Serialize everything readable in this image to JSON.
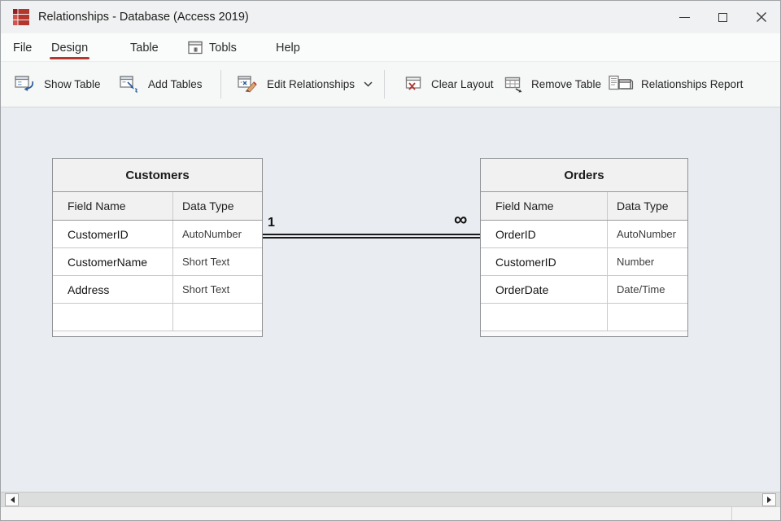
{
  "window": {
    "title": "Relationships - Database (Access 2019)"
  },
  "menu": {
    "items": [
      {
        "label": "File"
      },
      {
        "label": "Design",
        "active": true
      },
      {
        "label": "Table"
      },
      {
        "label": "Tobls",
        "icon": "tools-menu-icon"
      },
      {
        "label": "Help"
      }
    ]
  },
  "toolbar": {
    "buttons": [
      {
        "label": "Show Table",
        "icon": "show-table-icon"
      },
      {
        "label": "Add Tables",
        "icon": "add-tables-icon"
      },
      {
        "label": "Edit Relationships",
        "icon": "edit-relationships-icon",
        "has_dropdown": true
      },
      {
        "label": "Clear Layout",
        "icon": "clear-layout-icon"
      },
      {
        "label": "Remove Table",
        "icon": "remove-table-icon"
      },
      {
        "label": "Relationships Report",
        "icon": "relationships-report-icon"
      }
    ]
  },
  "canvas": {
    "tables": [
      {
        "title": "Customers",
        "columns": [
          "Field Name",
          "Data Type"
        ],
        "rows": [
          {
            "field": "CustomerID",
            "type": "AutoNumber"
          },
          {
            "field": "CustomerName",
            "type": "Short Text"
          },
          {
            "field": "Address",
            "type": "Short Text"
          },
          {
            "field": "",
            "type": ""
          }
        ]
      },
      {
        "title": "Orders",
        "columns": [
          "Field Name",
          "Data Type"
        ],
        "rows": [
          {
            "field": "OrderID",
            "type": "AutoNumber"
          },
          {
            "field": "CustomerID",
            "type": "Number"
          },
          {
            "field": "OrderDate",
            "type": "Date/Time"
          },
          {
            "field": "",
            "type": ""
          }
        ]
      }
    ],
    "relationship": {
      "from": "Customers.CustomerID",
      "to": "Orders.CustomerID",
      "one_label": "1",
      "many_label": "∞"
    }
  },
  "colors": {
    "accent_red": "#b5382f",
    "icon_blue": "#2e5e9e",
    "canvas_bg": "#e9ecf0"
  }
}
